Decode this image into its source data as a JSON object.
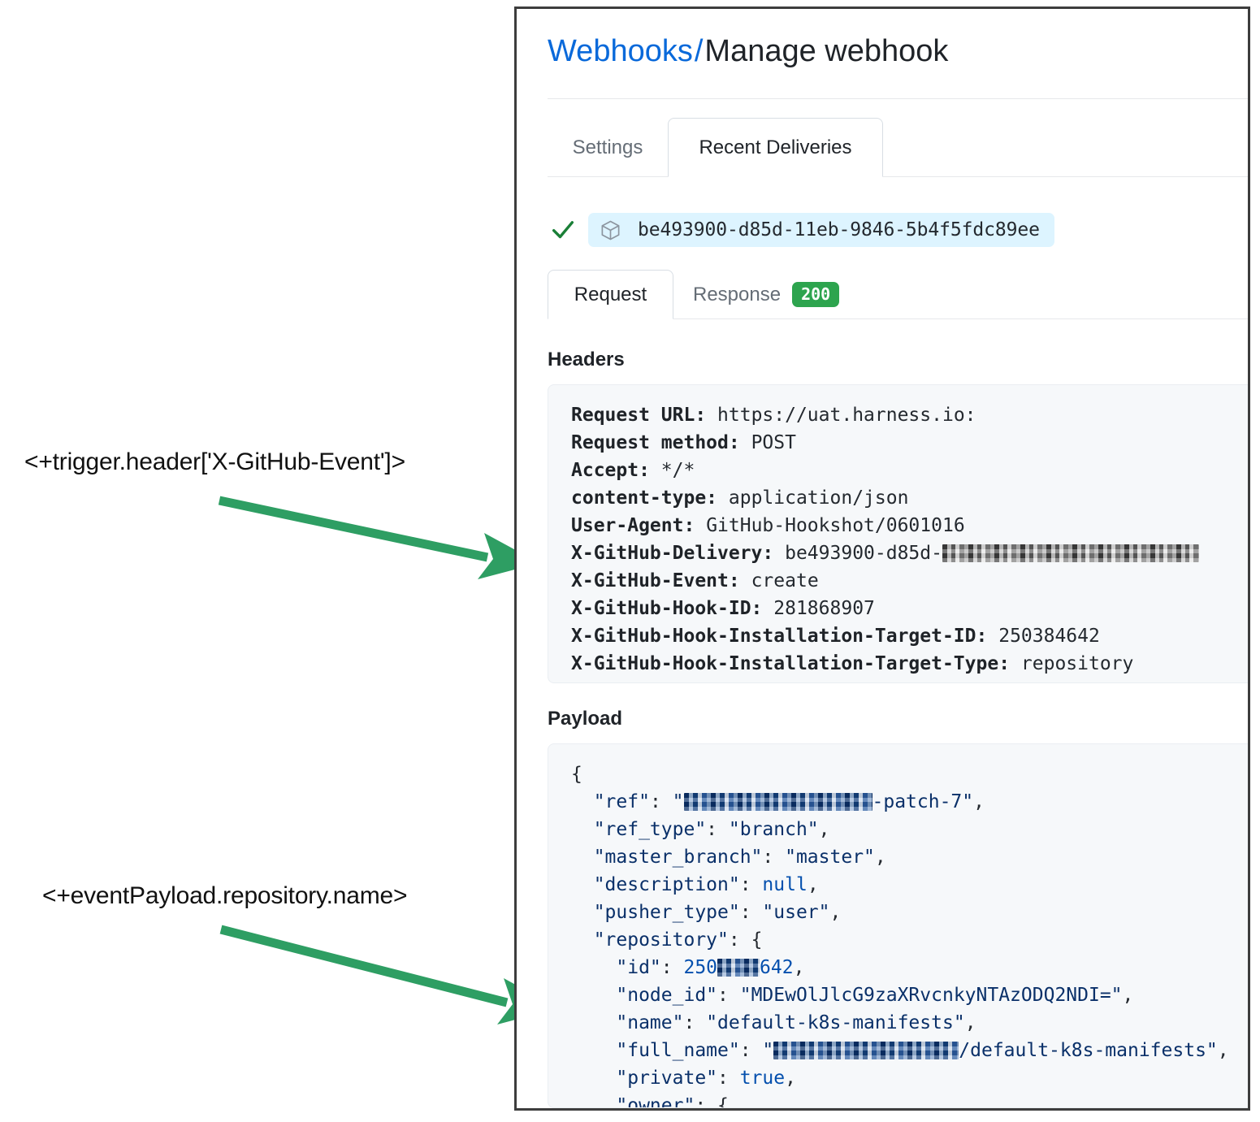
{
  "annotations": [
    {
      "id": "header-expression",
      "text": "<+trigger.header['X-GitHub-Event']>"
    },
    {
      "id": "payload-expression",
      "text": "<+eventPayload.repository.name>"
    }
  ],
  "accent_colors": {
    "arrow_green": "#2e9e63",
    "link_blue": "#0969da",
    "badge_green": "#2da44e",
    "chip_blue": "#ddf4ff",
    "code_bg": "#f6f8fa",
    "panel_border": "#3d3d3d"
  },
  "breadcrumb": {
    "link": "Webhooks",
    "separator": "/",
    "current": "Manage webhook"
  },
  "outer_tabs": [
    {
      "label": "Settings",
      "active": false
    },
    {
      "label": "Recent Deliveries",
      "active": true
    }
  ],
  "delivery": {
    "status_icon": "check-icon",
    "package_icon": "package-icon",
    "id": "be493900-d85d-11eb-9846-5b4f5fdc89ee"
  },
  "inner_tabs": [
    {
      "label": "Request",
      "active": true
    },
    {
      "label": "Response",
      "active": false,
      "badge": "200"
    }
  ],
  "sections": {
    "headers_title": "Headers",
    "payload_title": "Payload"
  },
  "headers": [
    {
      "key": "Request URL:",
      "value": "https://uat.harness.io:"
    },
    {
      "key": "Request method:",
      "value": "POST"
    },
    {
      "key": "Accept:",
      "value": "*/*"
    },
    {
      "key": "content-type:",
      "value": "application/json"
    },
    {
      "key": "User-Agent:",
      "value": "GitHub-Hookshot/0601016"
    },
    {
      "key": "X-GitHub-Delivery:",
      "value": "be493900-d85d-",
      "redacted_tail": true
    },
    {
      "key": "X-GitHub-Event:",
      "value": "create"
    },
    {
      "key": "X-GitHub-Hook-ID:",
      "value": "281868907"
    },
    {
      "key": "X-GitHub-Hook-Installation-Target-ID:",
      "value": "250384642"
    },
    {
      "key": "X-GitHub-Hook-Installation-Target-Type:",
      "value": "repository"
    }
  ],
  "payload_lines": [
    "{",
    "  \"ref\": \"[redacted]-patch-7\",",
    "  \"ref_type\": \"branch\",",
    "  \"master_branch\": \"master\",",
    "  \"description\": null,",
    "  \"pusher_type\": \"user\",",
    "  \"repository\": {",
    "    \"id\": 250[redacted]642,",
    "    \"node_id\": \"MDEwOlJlcG9zaXRvcnkyNTAzODQ2NDI=\",",
    "    \"name\": \"default-k8s-manifests\",",
    "    \"full_name\": \"[redacted]/default-k8s-manifests\",",
    "    \"private\": true,",
    "    \"owner\": {"
  ]
}
